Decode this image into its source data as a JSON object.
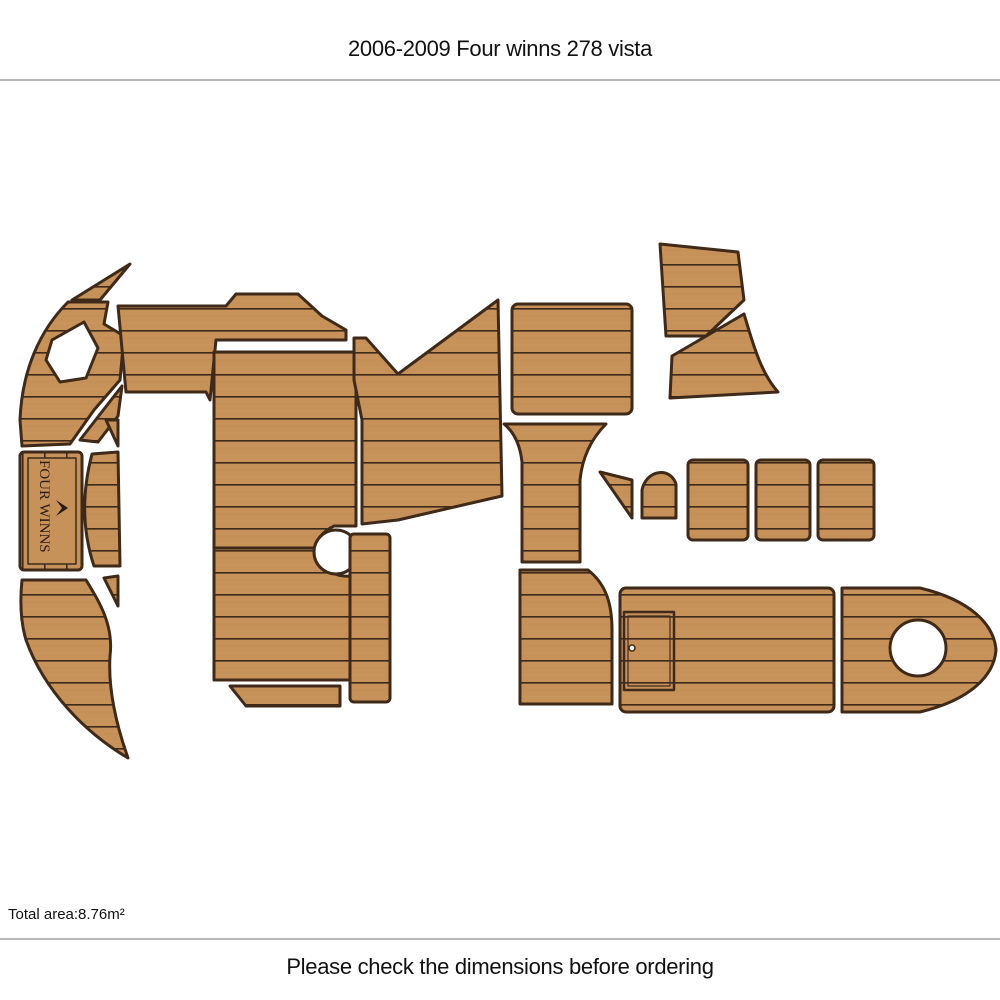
{
  "header": {
    "title": "2006-2009 Four winns 278 vista"
  },
  "info": {
    "total_area": "Total area:8.76m²"
  },
  "footer": {
    "note": "Please check the dimensions before ordering"
  },
  "logo": {
    "text": "FOUR WINNS"
  },
  "colors": {
    "teak": "#c7925a",
    "outline": "#3f2a1a",
    "groove": "#3f2a1a",
    "background": "#ffffff",
    "rule": "#b8b8b8"
  }
}
